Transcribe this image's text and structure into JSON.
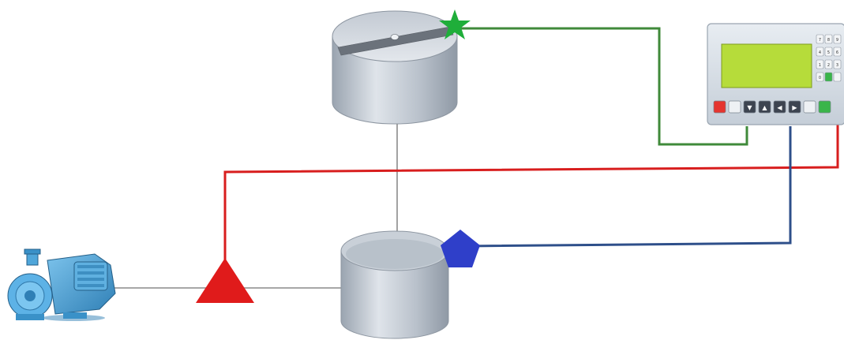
{
  "colors": {
    "background": "#ffffff",
    "pipe": "#8a8a8a",
    "tank_body": "#b3bcc7",
    "pump": "#4a9ed1",
    "controller_case": "#d6dee6",
    "lcd_screen": "#b6dc3a",
    "wire_green": "#3f8a3a",
    "wire_red": "#d81e1e",
    "wire_blue": "#2e4f8a",
    "star_marker": "#1fae3a",
    "triangle_marker": "#e01b1b",
    "pentagon_marker": "#2f3fc9"
  },
  "components": {
    "upper_tank": "upper storage tank",
    "lower_tank": "lower storage tank",
    "pump": "centrifugal pump",
    "controller": "controller with lcd and keypad"
  },
  "controller": {
    "lcd_lines": [],
    "side_keys": [
      "7",
      "8",
      "9",
      "4",
      "5",
      "6",
      "1",
      "2",
      "3",
      "0",
      "",
      ""
    ],
    "bottom_keys": [
      "",
      "",
      "▼",
      "▲",
      "◀",
      "▶",
      "",
      ""
    ]
  },
  "markers": {
    "star": "star-icon",
    "triangle": "triangle-icon",
    "pentagon": "pentagon-icon"
  }
}
